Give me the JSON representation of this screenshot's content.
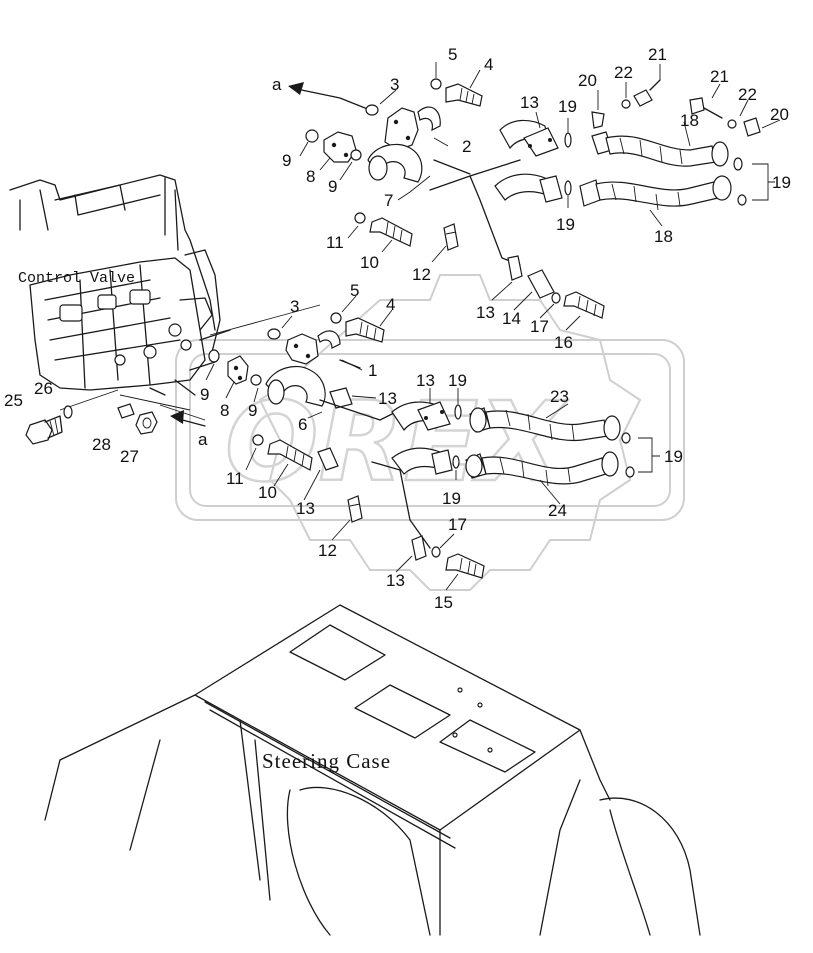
{
  "labels": {
    "control_valve": "Control Valve",
    "steering_case": "Steering Case",
    "arrow_a": "a"
  },
  "callouts": [
    {
      "id": "c5a",
      "text": "5"
    },
    {
      "id": "c4a",
      "text": "4"
    },
    {
      "id": "c3a",
      "text": "3"
    },
    {
      "id": "c2",
      "text": "2"
    },
    {
      "id": "c9a",
      "text": "9"
    },
    {
      "id": "c8a",
      "text": "8"
    },
    {
      "id": "c9b",
      "text": "9"
    },
    {
      "id": "c7",
      "text": "7"
    },
    {
      "id": "c11a",
      "text": "11"
    },
    {
      "id": "c10a",
      "text": "10"
    },
    {
      "id": "c12a",
      "text": "12"
    },
    {
      "id": "c13a",
      "text": "13"
    },
    {
      "id": "c19a",
      "text": "19"
    },
    {
      "id": "c20a",
      "text": "20"
    },
    {
      "id": "c22a",
      "text": "22"
    },
    {
      "id": "c21a",
      "text": "21"
    },
    {
      "id": "c21b",
      "text": "21"
    },
    {
      "id": "c22b",
      "text": "22"
    },
    {
      "id": "c20b",
      "text": "20"
    },
    {
      "id": "c18a",
      "text": "18"
    },
    {
      "id": "c19b",
      "text": "19"
    },
    {
      "id": "c19c",
      "text": "19"
    },
    {
      "id": "c18b",
      "text": "18"
    },
    {
      "id": "c13b",
      "text": "13"
    },
    {
      "id": "c14",
      "text": "14"
    },
    {
      "id": "c17a",
      "text": "17"
    },
    {
      "id": "c16",
      "text": "16"
    },
    {
      "id": "c3b",
      "text": "3"
    },
    {
      "id": "c5b",
      "text": "5"
    },
    {
      "id": "c4b",
      "text": "4"
    },
    {
      "id": "c1",
      "text": "1"
    },
    {
      "id": "c9c",
      "text": "9"
    },
    {
      "id": "c8b",
      "text": "8"
    },
    {
      "id": "c9d",
      "text": "9"
    },
    {
      "id": "c6",
      "text": "6"
    },
    {
      "id": "c13c",
      "text": "13"
    },
    {
      "id": "c13d",
      "text": "13"
    },
    {
      "id": "c19d",
      "text": "19"
    },
    {
      "id": "c23",
      "text": "23"
    },
    {
      "id": "c25",
      "text": "25"
    },
    {
      "id": "c26",
      "text": "26"
    },
    {
      "id": "c28",
      "text": "28"
    },
    {
      "id": "c27",
      "text": "27"
    },
    {
      "id": "c11b",
      "text": "11"
    },
    {
      "id": "c10b",
      "text": "10"
    },
    {
      "id": "c13e",
      "text": "13"
    },
    {
      "id": "c19e",
      "text": "19"
    },
    {
      "id": "c19f",
      "text": "19"
    },
    {
      "id": "c24",
      "text": "24"
    },
    {
      "id": "c12b",
      "text": "12"
    },
    {
      "id": "c17b",
      "text": "17"
    },
    {
      "id": "c13f",
      "text": "13"
    },
    {
      "id": "c15",
      "text": "15"
    }
  ]
}
